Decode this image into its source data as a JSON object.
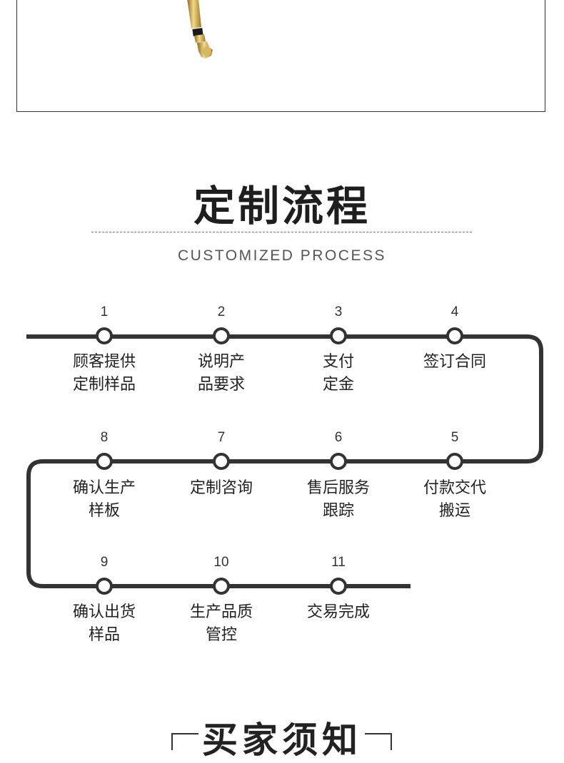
{
  "header": {
    "title": "定制流程",
    "subtitle": "CUSTOMIZED PROCESS"
  },
  "steps": [
    {
      "number": "1",
      "label": "顾客提供\n定制样品"
    },
    {
      "number": "2",
      "label": "说明产\n品要求"
    },
    {
      "number": "3",
      "label": "支付\n定金"
    },
    {
      "number": "4",
      "label": "签订合同"
    },
    {
      "number": "5",
      "label": "付款交代\n搬运"
    },
    {
      "number": "6",
      "label": "售后服务\n跟踪"
    },
    {
      "number": "7",
      "label": "定制咨询"
    },
    {
      "number": "8",
      "label": "确认生产\n样板"
    },
    {
      "number": "9",
      "label": "确认出货\n样品"
    },
    {
      "number": "10",
      "label": "生产品质\n管控"
    },
    {
      "number": "11",
      "label": "交易完成"
    }
  ],
  "footer": {
    "title": "买家须知"
  },
  "colors": {
    "line": "#333333",
    "gold": "#c9a24a"
  }
}
